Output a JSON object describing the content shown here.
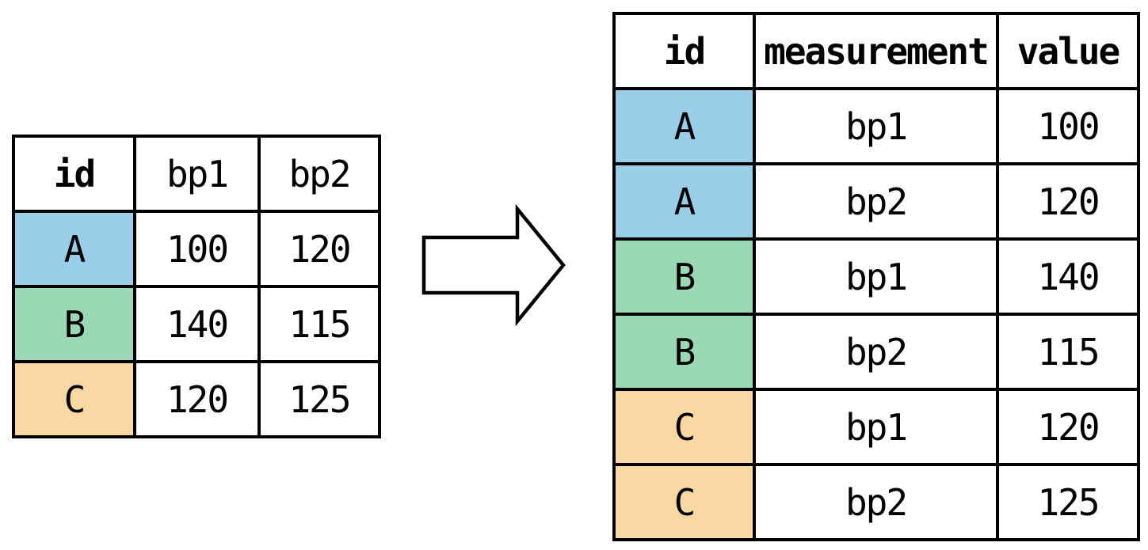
{
  "colors": {
    "row_a_fill": "#9ACEE8",
    "row_b_fill": "#9BD9B6",
    "row_c_fill": "#FAD8A4",
    "table_border": "#000000",
    "text": "#000000",
    "page_background": "#FFFFFF",
    "arrow_fill": "#FFFFFF",
    "arrow_outline": "#000000"
  },
  "wide_table": {
    "headers": [
      "id",
      "bp1",
      "bp2"
    ],
    "rows": [
      {
        "cells": [
          "A",
          "100",
          "120"
        ],
        "id_fill": "#9ACEE8"
      },
      {
        "cells": [
          "B",
          "140",
          "115"
        ],
        "id_fill": "#9BD9B6"
      },
      {
        "cells": [
          "C",
          "120",
          "125"
        ],
        "id_fill": "#FAD8A4"
      }
    ]
  },
  "arrow": {
    "icon": "right-block-arrow"
  },
  "long_table": {
    "headers": [
      "id",
      "measurement",
      "value"
    ],
    "rows": [
      {
        "cells": [
          "A",
          "bp1",
          "100"
        ],
        "id_fill": "#9ACEE8"
      },
      {
        "cells": [
          "A",
          "bp2",
          "120"
        ],
        "id_fill": "#9ACEE8"
      },
      {
        "cells": [
          "B",
          "bp1",
          "140"
        ],
        "id_fill": "#9BD9B6"
      },
      {
        "cells": [
          "B",
          "bp2",
          "115"
        ],
        "id_fill": "#9BD9B6"
      },
      {
        "cells": [
          "C",
          "bp1",
          "120"
        ],
        "id_fill": "#FAD8A4"
      },
      {
        "cells": [
          "C",
          "bp2",
          "125"
        ],
        "id_fill": "#FAD8A4"
      }
    ]
  }
}
